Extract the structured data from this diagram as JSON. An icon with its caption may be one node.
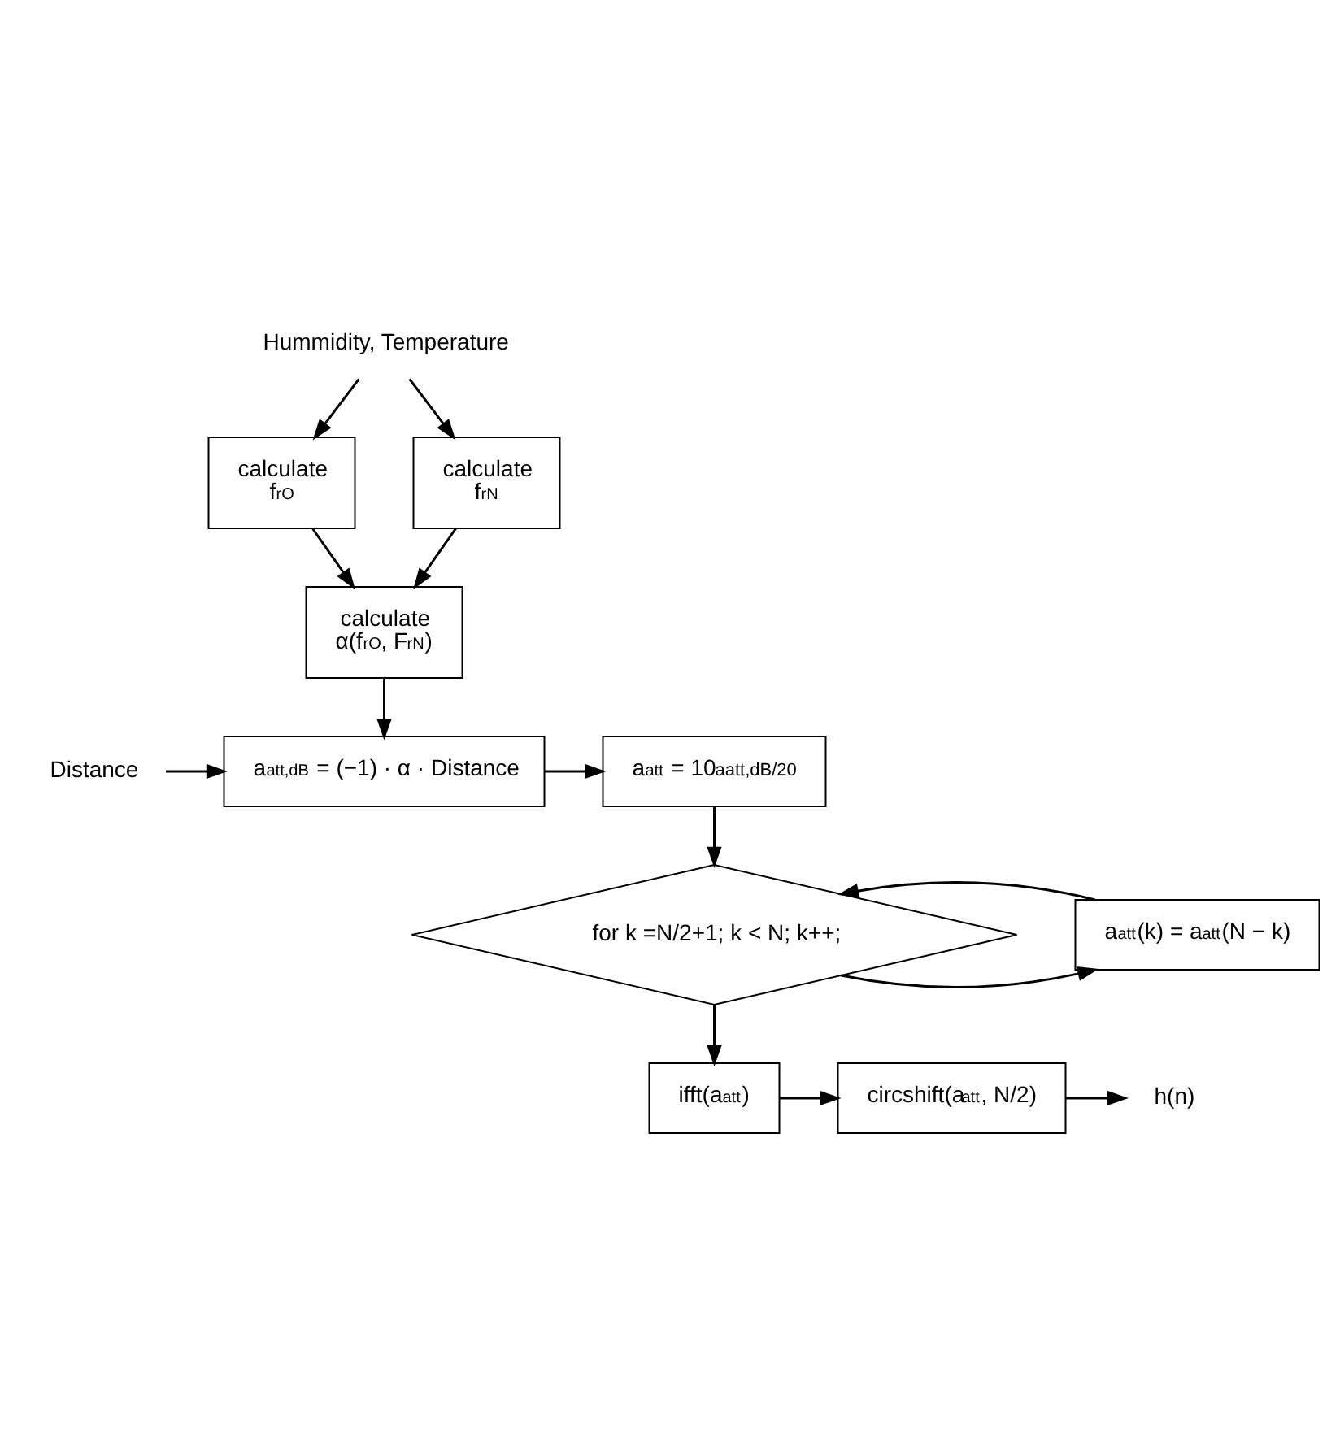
{
  "diagram": {
    "nodes": [
      {
        "text": [
          "Hummidity, Temperature"
        ]
      },
      {
        "text": [
          "calculate",
          "f$_{rO}$"
        ]
      },
      {
        "text": [
          "calculate",
          "f$_{rN}$"
        ]
      },
      {
        "text": [
          "calculate",
          "α(f$_{rO}$, F$_{rN}$)"
        ]
      },
      {
        "text": [
          "Distance"
        ]
      },
      {
        "text": [
          "a$_{att,dB}$ = (−1) · α · Distance"
        ]
      },
      {
        "text": [
          "a$_{att}$ = 10$^{aatt,dB/20}$"
        ]
      },
      {
        "text": [
          "for k =N/2+1; k < N; k++;"
        ]
      },
      {
        "text": [
          "a$_{att}$(k) = a$_{att}$(N − k)"
        ]
      },
      {
        "text": [
          "ifft(a$_{att}$)"
        ]
      },
      {
        "text": [
          "circshift(a$_{att}$, N/2)"
        ]
      },
      {
        "text": [
          "h(n)"
        ]
      }
    ],
    "edges": [
      {
        "from": 0,
        "to": 1,
        "arrow": "to"
      },
      {
        "from": 0,
        "to": 2,
        "arrow": "to"
      },
      {
        "from": 1,
        "to": 3,
        "arrow": "to"
      },
      {
        "from": 2,
        "to": 3,
        "arrow": "to"
      },
      {
        "from": 3,
        "to": 5,
        "arrow": "to"
      },
      {
        "from": 4,
        "to": 5,
        "arrow": "to"
      },
      {
        "from": 5,
        "to": 6,
        "arrow": "to"
      },
      {
        "from": 6,
        "to": 7,
        "arrow": "to"
      },
      {
        "from": 7,
        "to": 8,
        "arrow": "to"
      },
      {
        "from": 8,
        "to": 7,
        "arrow": "to"
      },
      {
        "from": 7,
        "to": 9,
        "arrow": "to"
      },
      {
        "from": 9,
        "to": 10,
        "arrow": "to"
      },
      {
        "from": 10,
        "to": 11,
        "arrow": "to"
      }
    ]
  }
}
